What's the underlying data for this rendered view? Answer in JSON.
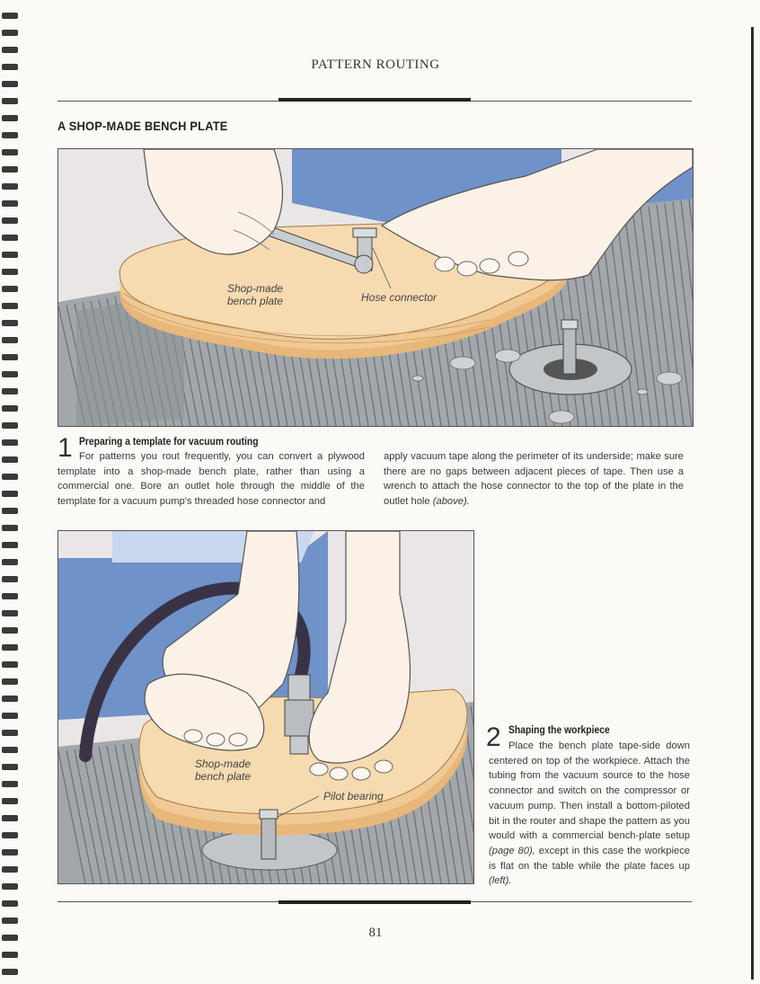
{
  "running_head": "PATTERN ROUTING",
  "section_title": "A SHOP-MADE BENCH PLATE",
  "figure1": {
    "callouts": {
      "bench_plate_line1": "Shop-made",
      "bench_plate_line2": "bench plate",
      "hose_connector": "Hose connector"
    }
  },
  "figure2": {
    "callouts": {
      "bench_plate_line1": "Shop-made",
      "bench_plate_line2": "bench plate",
      "pilot_bearing": "Pilot bearing"
    }
  },
  "step1": {
    "number": "1",
    "title": "Preparing a template for vacuum routing",
    "text_col1": "For patterns you rout frequently, you can convert a plywood template into a shop-made bench plate, rather than using a commercial one. Bore an outlet hole through the middle of the template for a vacuum pump's threaded hose connector and",
    "text_col2": "apply vacuum tape along the perimeter of its underside; make sure there are no gaps between adjacent pieces of tape. Then use a wrench to attach the hose connector to the top of the plate in the outlet hole",
    "ref": "(above)."
  },
  "step2": {
    "number": "2",
    "title": "Shaping the workpiece",
    "text_a": "Place the bench plate tape-side down centered on top of the workpiece. Attach the tubing from the vacuum source to the hose connector and switch on the compressor or vacuum pump. Then install a bottom-piloted bit in the router and shape the pattern as you would with a commercial bench-plate setup",
    "ref_a": "(page 80),",
    "text_b": "except in this case the workpiece is flat on the table while the plate faces up",
    "ref_b": "(left)."
  },
  "page_number": "81",
  "colors": {
    "plywood": "#f3d6a8",
    "plywood_edge": "#e8b77a",
    "skin": "#fbf1e6",
    "denim": "#6f92c9",
    "table": "#9fa5a9",
    "hose": "#3a3346"
  }
}
